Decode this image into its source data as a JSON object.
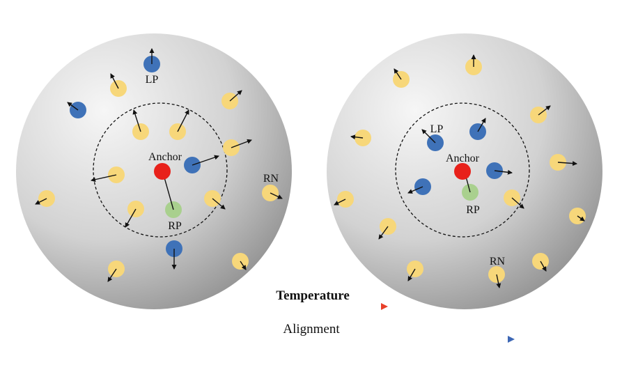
{
  "left_panel": {
    "labels": {
      "anchor": "Anchor",
      "lp": "LP",
      "rp": "RP",
      "rn": "RN"
    }
  },
  "right_panel": {
    "labels": {
      "anchor": "Anchor",
      "lp": "LP",
      "rp": "RP",
      "rn": "RN"
    }
  },
  "temperature_label": "Temperature",
  "alignment_label": "Alignment",
  "colors": {
    "anchor": "#e8211a",
    "positive_lp": "#3f72b8",
    "positive_rp": "#a9d08e",
    "negative": "#f7d77a",
    "temperature_arrow": "#e8402a",
    "alignment_arrow": "#3d67b5"
  },
  "icons": {
    "vector": "arrow-icon",
    "sample": "circle-icon"
  }
}
